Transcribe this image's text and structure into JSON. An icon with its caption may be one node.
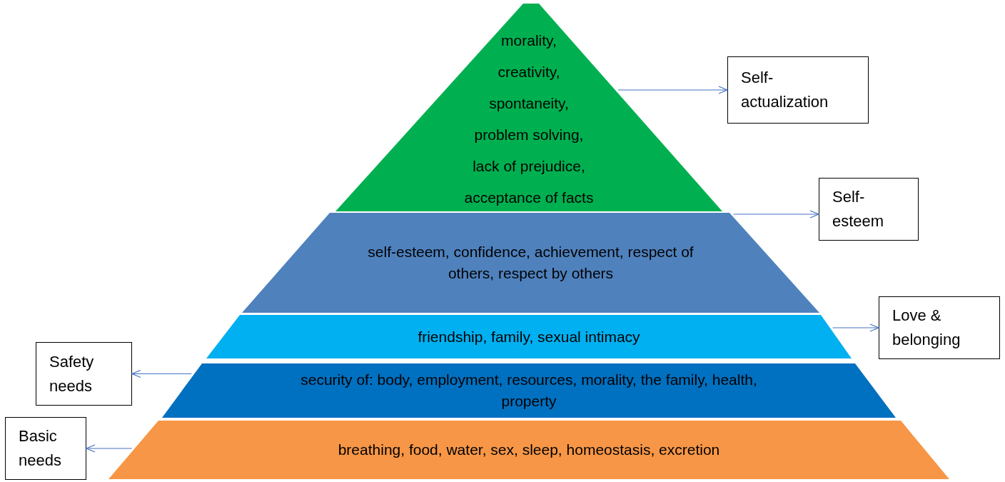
{
  "diagram": {
    "nodes": [
      {
        "text": [
          "morality,",
          "creativity,",
          "spontaneity,",
          "problem solving,",
          "lack of prejudice,",
          "acceptance of facts"
        ]
      },
      {
        "text": [
          "Self-actualization"
        ]
      },
      {
        "text": [
          "self-esteem, confidence, achievement, respect of others, respect by others"
        ]
      },
      {
        "text": [
          "Self-esteem"
        ]
      },
      {
        "text": [
          "friendship, family, sexual intimacy"
        ]
      },
      {
        "text": [
          "Love & belonging"
        ]
      },
      {
        "text": [
          "security of: body, employment, resources, morality, the family, health, property"
        ]
      },
      {
        "text": [
          "Safety needs"
        ]
      },
      {
        "text": [
          "breathing, food, water, sex, sleep, homeostasis, excretion"
        ]
      },
      {
        "text": [
          "Basic needs"
        ]
      }
    ],
    "edges": [
      {
        "from": 0,
        "to": 1,
        "arrow": "to"
      },
      {
        "from": 2,
        "to": 3,
        "arrow": "to"
      },
      {
        "from": 4,
        "to": 5,
        "arrow": "to"
      },
      {
        "from": 6,
        "to": 7,
        "arrow": "to"
      },
      {
        "from": 8,
        "to": 9,
        "arrow": "to"
      }
    ]
  }
}
